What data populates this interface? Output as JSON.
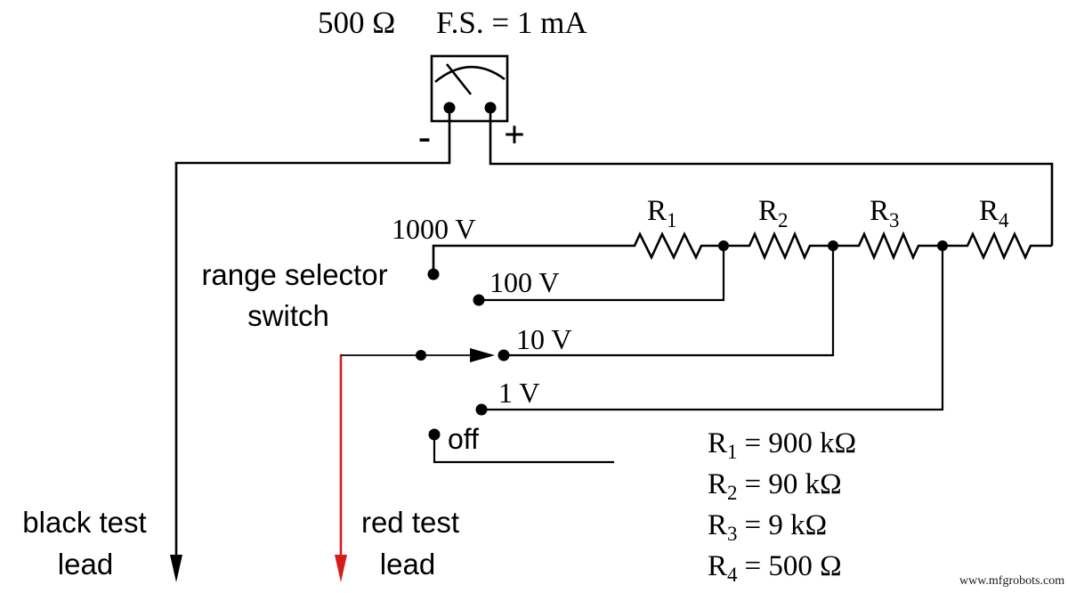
{
  "meter": {
    "resistance_label": "500 Ω",
    "full_scale_label": "F.S. = 1 mA",
    "polarity_negative": "-",
    "polarity_positive": "+"
  },
  "range_switch": {
    "label_line1": "range selector",
    "label_line2": "switch",
    "ranges": [
      "1000 V",
      "100 V",
      "10 V",
      "1 V"
    ],
    "off_label": "off",
    "selected_range": "10 V"
  },
  "leads": {
    "black_label_line1": "black test",
    "black_label_line2": "lead",
    "red_label_line1": "red test",
    "red_label_line2": "lead"
  },
  "resistors": [
    {
      "base": "R",
      "sub": "1",
      "value_text": "= 900 kΩ"
    },
    {
      "base": "R",
      "sub": "2",
      "value_text": "= 90 kΩ"
    },
    {
      "base": "R",
      "sub": "3",
      "value_text": "= 9 kΩ"
    },
    {
      "base": "R",
      "sub": "4",
      "value_text": "= 500 Ω"
    }
  ],
  "watermark": "www.mfgrobots.com",
  "colors": {
    "background": "#ffffff",
    "wire": "#000000",
    "red_lead": "#d41c1c"
  }
}
